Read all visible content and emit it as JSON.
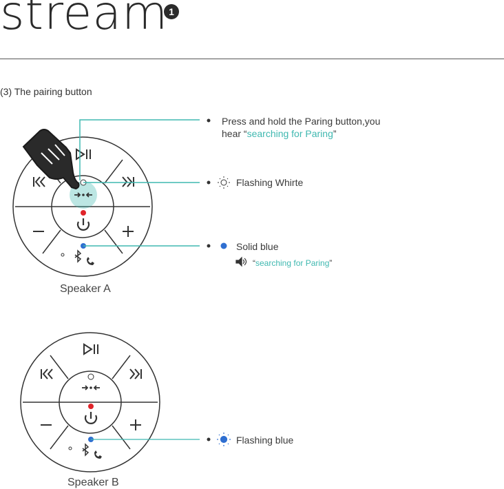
{
  "header": {
    "logo_text": "stream",
    "badge": "1"
  },
  "section": {
    "title": "(3) The pairing button"
  },
  "speaker_a": {
    "label": "Speaker A",
    "note1": {
      "text_before": "Press and hold the Paring button,you",
      "text_line2_prefix": "hear “",
      "highlight": "searching for Paring",
      "suffix": "”"
    },
    "note2": {
      "text": "Flashing Whirte"
    },
    "note3": {
      "text": "Solid blue",
      "open_quote": "“",
      "highlight": "searching for Paring",
      "close_quote": "”"
    }
  },
  "speaker_b": {
    "label": "Speaker B",
    "note1": {
      "text": "Flashing blue"
    }
  },
  "colors": {
    "teal": "#3fb8b0",
    "blue_led": "#2f6fd1",
    "red_led": "#e0242a",
    "outline": "#333333"
  },
  "icons": [
    "play-pause-icon",
    "previous-icon",
    "next-icon",
    "pair-icon",
    "power-icon",
    "minus-icon",
    "plus-icon",
    "bluetooth-call-icon",
    "hand-pointer-icon",
    "sun-icon",
    "speaker-volume-icon"
  ]
}
